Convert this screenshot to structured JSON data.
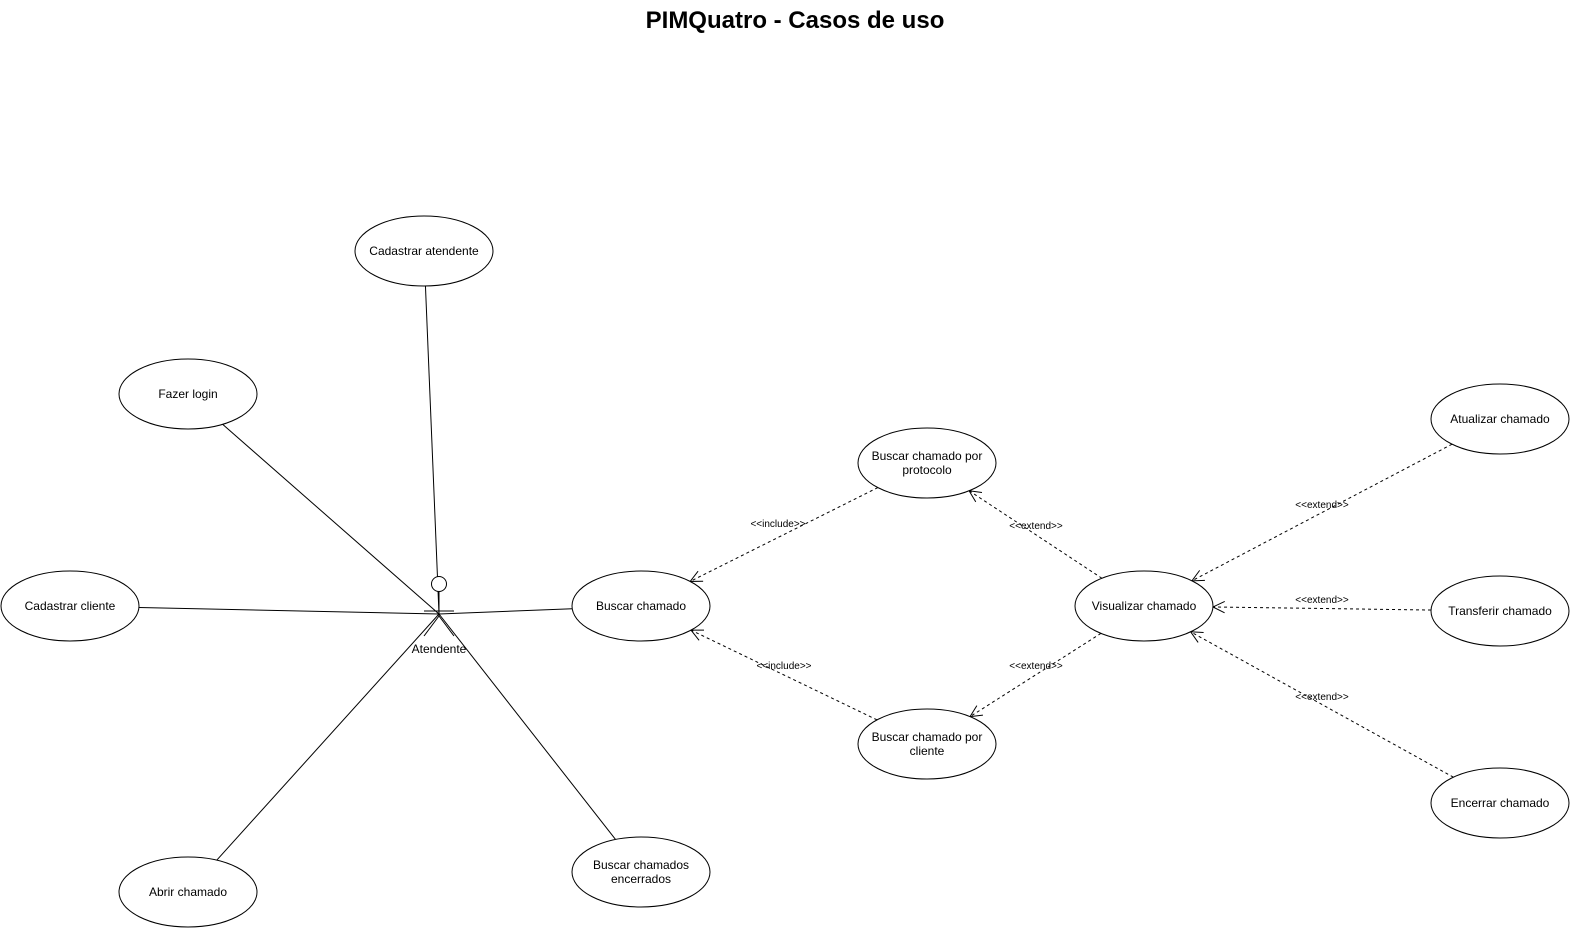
{
  "title": "PIMQuatro - Casos de uso",
  "actor": {
    "label": "Atendente"
  },
  "use_cases": {
    "cadastrar_atendente": [
      "Cadastrar atendente"
    ],
    "fazer_login": [
      "Fazer login"
    ],
    "cadastrar_cliente": [
      "Cadastrar cliente"
    ],
    "abrir_chamado": [
      "Abrir chamado"
    ],
    "buscar_chamados_encerrados": [
      "Buscar chamados",
      "encerrados"
    ],
    "buscar_chamado": [
      "Buscar chamado"
    ],
    "buscar_por_protocolo": [
      "Buscar chamado por",
      "protocolo"
    ],
    "buscar_por_cliente": [
      "Buscar chamado por",
      "cliente"
    ],
    "visualizar_chamado": [
      "Visualizar chamado"
    ],
    "atualizar_chamado": [
      "Atualizar chamado"
    ],
    "transferir_chamado": [
      "Transferir chamado"
    ],
    "encerrar_chamado": [
      "Encerrar chamado"
    ]
  },
  "associations": [
    {
      "from": "actor",
      "to": "cadastrar_atendente"
    },
    {
      "from": "actor",
      "to": "fazer_login"
    },
    {
      "from": "actor",
      "to": "cadastrar_cliente"
    },
    {
      "from": "actor",
      "to": "abrir_chamado"
    },
    {
      "from": "actor",
      "to": "buscar_chamados_encerrados"
    },
    {
      "from": "actor",
      "to": "buscar_chamado"
    }
  ],
  "relationships": [
    {
      "from": "buscar_por_protocolo",
      "to": "buscar_chamado",
      "stereotype": "<<include>>"
    },
    {
      "from": "buscar_por_cliente",
      "to": "buscar_chamado",
      "stereotype": "<<include>>"
    },
    {
      "from": "visualizar_chamado",
      "to": "buscar_por_protocolo",
      "stereotype": "<<extend>>"
    },
    {
      "from": "visualizar_chamado",
      "to": "buscar_por_cliente",
      "stereotype": "<<extend>>"
    },
    {
      "from": "atualizar_chamado",
      "to": "visualizar_chamado",
      "stereotype": "<<extend>>"
    },
    {
      "from": "transferir_chamado",
      "to": "visualizar_chamado",
      "stereotype": "<<extend>>"
    },
    {
      "from": "encerrar_chamado",
      "to": "visualizar_chamado",
      "stereotype": "<<extend>>"
    }
  ]
}
